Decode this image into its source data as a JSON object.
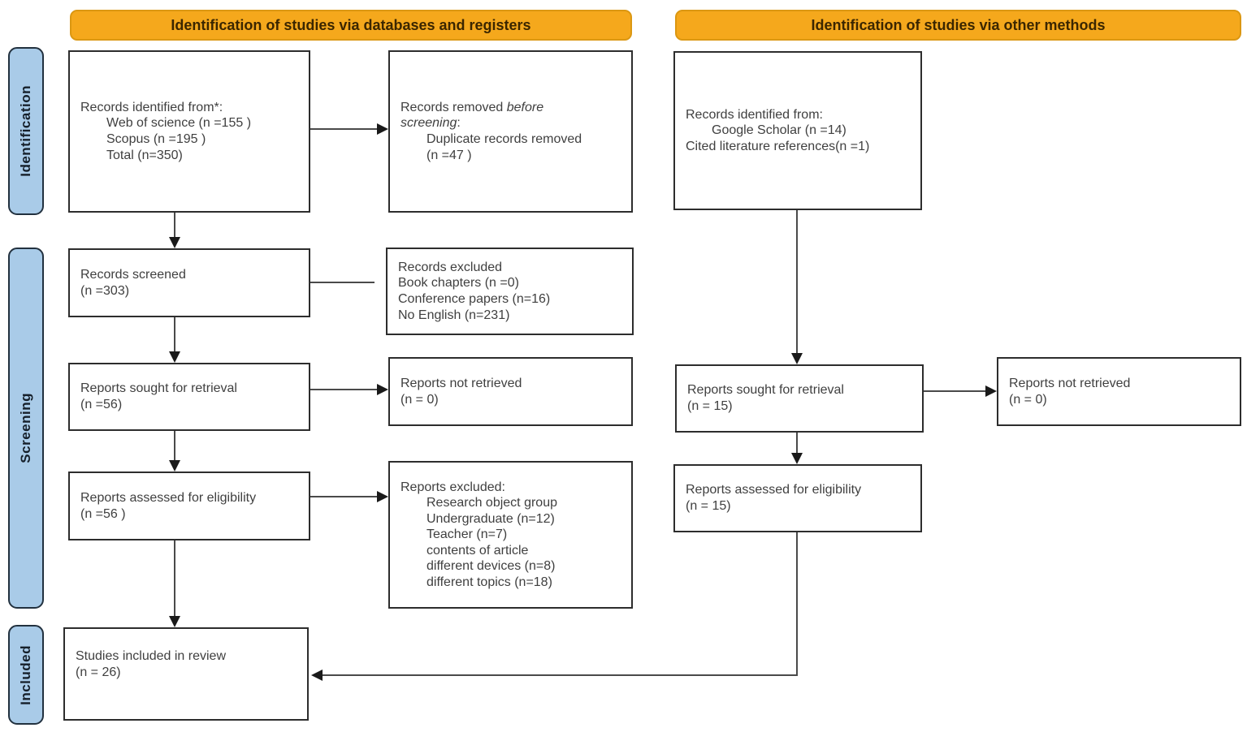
{
  "banners": {
    "databases": "Identification of studies via databases and registers",
    "other_methods": "Identification of studies via other methods"
  },
  "sidebar": {
    "identification": "Identification",
    "screening": "Screening",
    "included": "Included"
  },
  "boxes": {
    "records_identified_databases": {
      "lines": [
        "Records identified from*:",
        "Web of science (n =155 )",
        "Scopus (n =195 )",
        "Total (n=350)"
      ]
    },
    "records_removed": {
      "prefix": "Records removed ",
      "italic": "before screening",
      "suffix": ":",
      "lines": [
        "Duplicate records removed",
        "(n =47 )"
      ]
    },
    "records_screened": {
      "lines": [
        "Records screened",
        "(n =303)"
      ]
    },
    "records_excluded": {
      "lines": [
        "Records excluded",
        "Book chapters (n =0)",
        "Conference papers (n=16)",
        "No English (n=231)"
      ]
    },
    "reports_sought_databases": {
      "lines": [
        "Reports sought for retrieval",
        "(n =56)"
      ]
    },
    "reports_not_retrieved_databases": {
      "lines": [
        "Reports not retrieved",
        "(n = 0)"
      ]
    },
    "reports_assessed_databases": {
      "lines": [
        "Reports assessed for eligibility",
        "(n =56 )"
      ]
    },
    "reports_excluded": {
      "lines": [
        "Reports excluded:",
        "Research object group",
        "Undergraduate (n=12)",
        "Teacher (n=7)",
        "contents of article",
        "different devices (n=8)",
        "different topics (n=18)"
      ]
    },
    "studies_included": {
      "lines": [
        "Studies included in review",
        "(n = 26)"
      ]
    },
    "records_identified_other": {
      "lines": [
        "Records identified from:",
        "Google Scholar (n =14)",
        "Cited literature references(n =1)"
      ]
    },
    "reports_sought_other": {
      "lines": [
        "Reports sought for retrieval",
        "(n = 15)"
      ]
    },
    "reports_not_retrieved_other": {
      "lines": [
        "Reports not retrieved",
        "(n = 0)"
      ]
    },
    "reports_assessed_other": {
      "lines": [
        "Reports assessed for eligibility",
        "(n = 15)"
      ]
    }
  },
  "colors": {
    "banner_bg": "#F5A81C",
    "banner_border": "#DB9712",
    "banner_text": "#3B2600",
    "sidebar_bg": "#A9CBE8",
    "sidebar_border": "#22313F",
    "sidebar_text": "#16202B",
    "box_border": "#2D2D2D",
    "text": "#3F3F3F",
    "arrow": "#4A4A4A",
    "arrowhead": "#1A1A1A"
  }
}
